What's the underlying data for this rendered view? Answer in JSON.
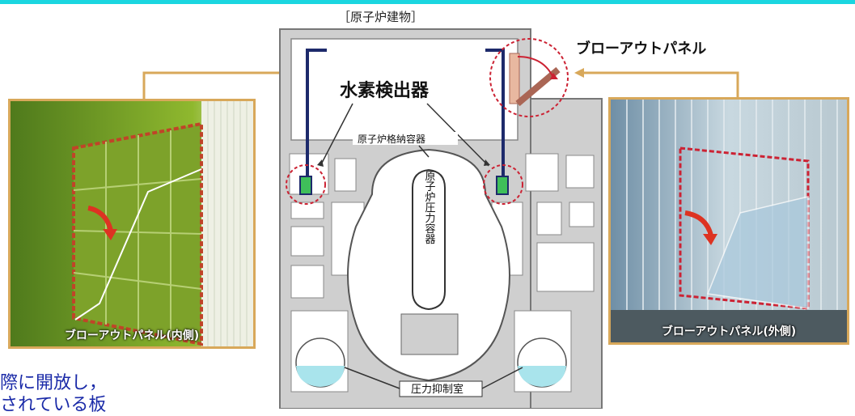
{
  "header": {
    "bar_color": "#1ad6e0"
  },
  "diagram": {
    "building_title": "［原子炉建物］",
    "blowout_panel_label": "ブローアウトパネル",
    "hydrogen_detector_label": "水素検出器",
    "containment_label": "原子炉格納容器",
    "pressure_vessel_label": "原子炉圧力容器",
    "suppression_chamber_label": "圧力抑制室"
  },
  "photos": {
    "left_caption": "ブローアウトパネル(内側)",
    "right_caption": "ブローアウトパネル(外側)"
  },
  "text_fragments": {
    "line1": "際に開放し，",
    "line2": "されている板"
  },
  "colors": {
    "frame_orange": "#d8a85a",
    "dashed_red": "#cc2233",
    "navy_pipe": "#1d2a6b",
    "water": "#a9e4ec"
  }
}
